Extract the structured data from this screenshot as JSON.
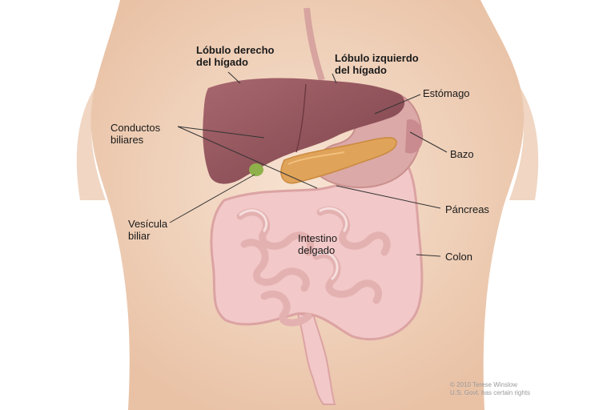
{
  "labels": {
    "right_lobe": {
      "line1": "Lóbulo derecho",
      "line2": "del hígado"
    },
    "left_lobe": {
      "line1": "Lóbulo izquierdo",
      "line2": "del hígado"
    },
    "stomach": "Estómago",
    "bile_ducts": {
      "line1": "Conductos",
      "line2": "biliares"
    },
    "spleen": "Bazo",
    "pancreas": "Páncreas",
    "gallbladder": {
      "line1": "Vesícula",
      "line2": "biliar"
    },
    "small_intestine": {
      "line1": "Intestino",
      "line2": "delgado"
    },
    "colon": "Colon"
  },
  "credit": {
    "line1": "© 2010 Terese Winslow",
    "line2": "U.S. Govt. has certain rights"
  },
  "colors": {
    "skin": "#f3d9c4",
    "skin_shadow": "#e2b99c",
    "liver": "#8e5158",
    "liver_highlight": "#a8676e",
    "stomach": "#d9a9a6",
    "pancreas": "#e0a35a",
    "gallbladder": "#8fb04a",
    "intestine": "#f1c9c7",
    "intestine_shadow": "#dca3a3",
    "leader": "#333333"
  }
}
